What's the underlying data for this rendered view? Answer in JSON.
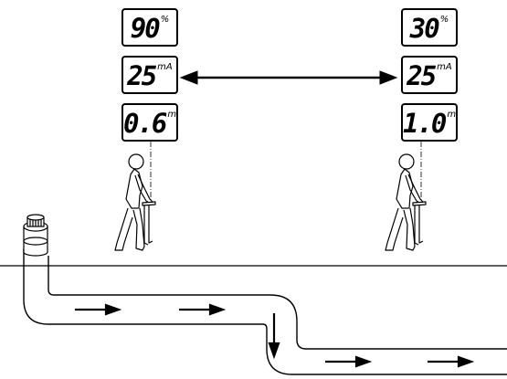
{
  "left_locator": {
    "signal_strength": {
      "value": "90",
      "unit": "%"
    },
    "current": {
      "value": "25",
      "unit": "mA"
    },
    "depth": {
      "value": "0.6",
      "unit": "m"
    }
  },
  "right_locator": {
    "signal_strength": {
      "value": "30",
      "unit": "%"
    },
    "current": {
      "value": "25",
      "unit": "mA"
    },
    "depth": {
      "value": "1.0",
      "unit": "m"
    }
  },
  "icons": {
    "operator": "walking-operator-icon",
    "connector": "cable-connector-icon",
    "comparison": "double-headed-arrow-icon",
    "flow": "flow-arrow-icon"
  },
  "colors": {
    "line": "#000000",
    "background": "#ffffff"
  }
}
